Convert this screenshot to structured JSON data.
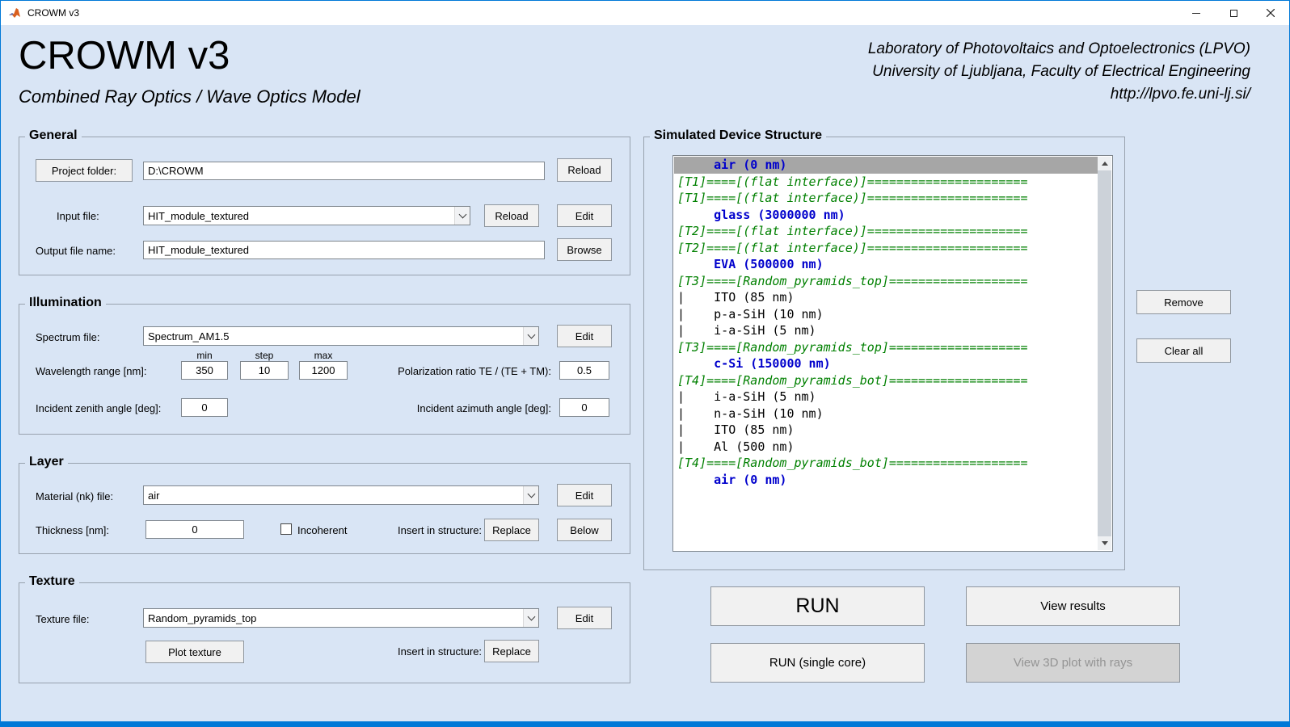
{
  "titlebar": {
    "title": "CROWM v3"
  },
  "header": {
    "title": "CROWM v3",
    "subtitle": "Combined Ray Optics / Wave Optics Model",
    "org_lines": [
      "Laboratory of Photovoltaics and Optoelectronics (LPVO)",
      "University of Ljubljana, Faculty of Electrical Engineering",
      "http://lpvo.fe.uni-lj.si/"
    ]
  },
  "general": {
    "title": "General",
    "project_folder_button": "Project folder:",
    "project_folder_value": "D:\\CROWM",
    "reload_project_label": "Reload",
    "input_file_label": "Input file:",
    "input_file_value": "HIT_module_textured",
    "reload_input_label": "Reload",
    "edit_input_label": "Edit",
    "output_file_label": "Output file name:",
    "output_file_value": "HIT_module_textured",
    "browse_label": "Browse"
  },
  "illumination": {
    "title": "Illumination",
    "spectrum_label": "Spectrum file:",
    "spectrum_value": "Spectrum_AM1.5",
    "edit_label": "Edit",
    "wavelength_label": "Wavelength range [nm]:",
    "min_header": "min",
    "step_header": "step",
    "max_header": "max",
    "min_value": "350",
    "step_value": "10",
    "max_value": "1200",
    "polarization_label": "Polarization ratio TE / (TE + TM):",
    "polarization_value": "0.5",
    "zenith_label": "Incident zenith angle [deg]:",
    "zenith_value": "0",
    "azimuth_label": "Incident azimuth angle [deg]:",
    "azimuth_value": "0"
  },
  "layer": {
    "title": "Layer",
    "material_label": "Material (nk) file:",
    "material_value": "air",
    "edit_label": "Edit",
    "thickness_label": "Thickness [nm]:",
    "thickness_value": "0",
    "incoherent_label": "Incoherent",
    "incoherent_checked": false,
    "insert_label": "Insert in structure:",
    "replace_label": "Replace",
    "below_label": "Below"
  },
  "texture": {
    "title": "Texture",
    "texture_label": "Texture file:",
    "texture_value": "Random_pyramids_top",
    "edit_label": "Edit",
    "plot_texture_label": "Plot texture",
    "insert_label": "Insert in structure:",
    "replace_label": "Replace"
  },
  "structure": {
    "title": "Simulated Device Structure",
    "remove_label": "Remove",
    "clear_all_label": "Clear all",
    "lines": [
      {
        "text": "     air (0 nm)",
        "type": "layer",
        "selected": true
      },
      {
        "text": "[T1]====[(flat interface)]======================",
        "type": "interface"
      },
      {
        "text": "[T1]====[(flat interface)]======================",
        "type": "interface"
      },
      {
        "text": "     glass (3000000 nm)",
        "type": "layer"
      },
      {
        "text": "[T2]====[(flat interface)]======================",
        "type": "interface"
      },
      {
        "text": "[T2]====[(flat interface)]======================",
        "type": "interface"
      },
      {
        "text": "     EVA (500000 nm)",
        "type": "layer"
      },
      {
        "text": "[T3]====[Random_pyramids_top]===================",
        "type": "interface"
      },
      {
        "text": "|    ITO (85 nm)",
        "type": "sublayer"
      },
      {
        "text": "|    p-a-SiH (10 nm)",
        "type": "sublayer"
      },
      {
        "text": "|    i-a-SiH (5 nm)",
        "type": "sublayer"
      },
      {
        "text": "[T3]====[Random_pyramids_top]===================",
        "type": "interface"
      },
      {
        "text": "     c-Si (150000 nm)",
        "type": "layer"
      },
      {
        "text": "[T4]====[Random_pyramids_bot]===================",
        "type": "interface"
      },
      {
        "text": "|    i-a-SiH (5 nm)",
        "type": "sublayer"
      },
      {
        "text": "|    n-a-SiH (10 nm)",
        "type": "sublayer"
      },
      {
        "text": "|    ITO (85 nm)",
        "type": "sublayer"
      },
      {
        "text": "|    Al (500 nm)",
        "type": "sublayer"
      },
      {
        "text": "[T4]====[Random_pyramids_bot]===================",
        "type": "interface"
      },
      {
        "text": "     air (0 nm)",
        "type": "layer"
      }
    ]
  },
  "actions": {
    "run_label": "RUN",
    "view_results_label": "View results",
    "run_single_label": "RUN (single core)",
    "view_3d_label": "View 3D plot with rays",
    "view_3d_enabled": false
  },
  "colors": {
    "background": "#d9e5f5",
    "accent_border": "#0078d7",
    "layer_text": "#0000cc",
    "interface_text": "#008000",
    "selected_bg": "#a6a6a6"
  }
}
